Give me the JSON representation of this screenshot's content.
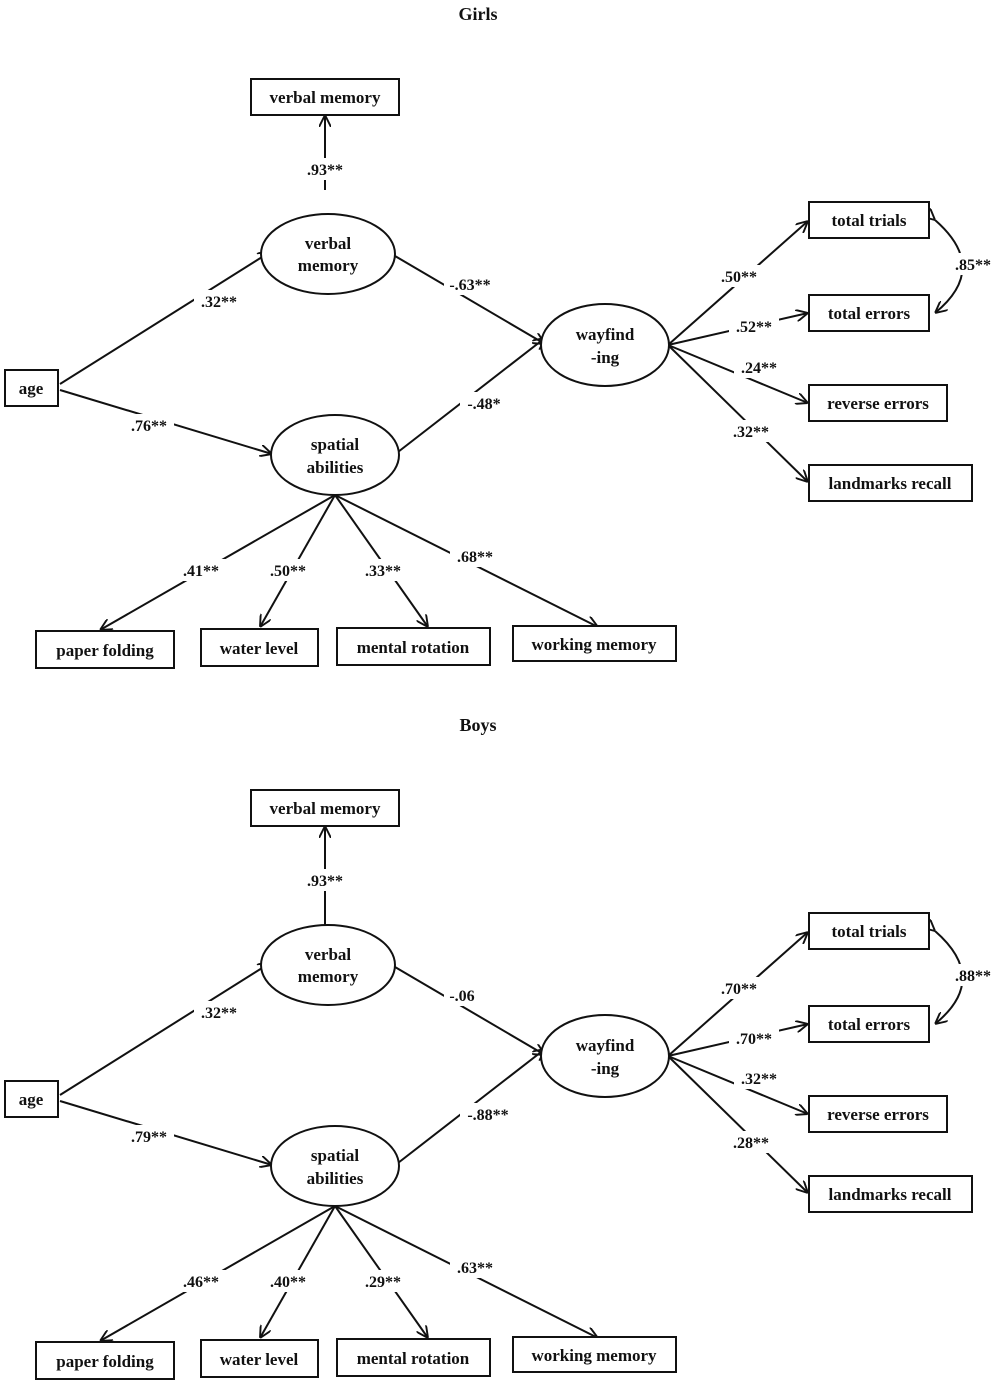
{
  "panels": [
    {
      "title": "Girls",
      "observed": {
        "verbal_memory": "verbal memory",
        "age": "age",
        "total_trials": "total trials",
        "total_errors": "total errors",
        "reverse_errors": "reverse errors",
        "landmarks_recall": "landmarks recall",
        "paper_folding": "paper folding",
        "water_level": "water level",
        "mental_rotation": "mental rotation",
        "working_memory": "working memory"
      },
      "latent": {
        "verbal_memory": [
          "verbal",
          "memory"
        ],
        "spatial_abilities": [
          "spatial",
          "abilities"
        ],
        "wayfinding": [
          "wayfind",
          "-ing"
        ]
      },
      "coefficients": {
        "verbal_to_indicator": ".93**",
        "age_to_verbal": ".32**",
        "age_to_spatial": ".76**",
        "verbal_to_wayfinding": "-.63**",
        "spatial_to_wayfinding": "-.48*",
        "way_to_total_trials": ".50**",
        "way_to_total_errors": ".52**",
        "way_to_reverse_errors": ".24**",
        "way_to_landmarks": ".32**",
        "trials_errors_covariance": ".85**",
        "spatial_to_paper_folding": ".41**",
        "spatial_to_water_level": ".50**",
        "spatial_to_mental_rotation": ".33**",
        "spatial_to_working_memory": ".68**"
      }
    },
    {
      "title": "Boys",
      "observed": {
        "verbal_memory": "verbal memory",
        "age": "age",
        "total_trials": "total trials",
        "total_errors": "total errors",
        "reverse_errors": "reverse errors",
        "landmarks_recall": "landmarks recall",
        "paper_folding": "paper folding",
        "water_level": "water level",
        "mental_rotation": "mental rotation",
        "working_memory": "working memory"
      },
      "latent": {
        "verbal_memory": [
          "verbal",
          "memory"
        ],
        "spatial_abilities": [
          "spatial",
          "abilities"
        ],
        "wayfinding": [
          "wayfind",
          "-ing"
        ]
      },
      "coefficients": {
        "verbal_to_indicator": ".93**",
        "age_to_verbal": ".32**",
        "age_to_spatial": ".79**",
        "verbal_to_wayfinding": "-.06",
        "spatial_to_wayfinding": "-.88**",
        "way_to_total_trials": ".70**",
        "way_to_total_errors": ".70**",
        "way_to_reverse_errors": ".32**",
        "way_to_landmarks": ".28**",
        "trials_errors_covariance": ".88**",
        "spatial_to_paper_folding": ".46**",
        "spatial_to_water_level": ".40**",
        "spatial_to_mental_rotation": ".29**",
        "spatial_to_working_memory": ".63**"
      }
    }
  ]
}
